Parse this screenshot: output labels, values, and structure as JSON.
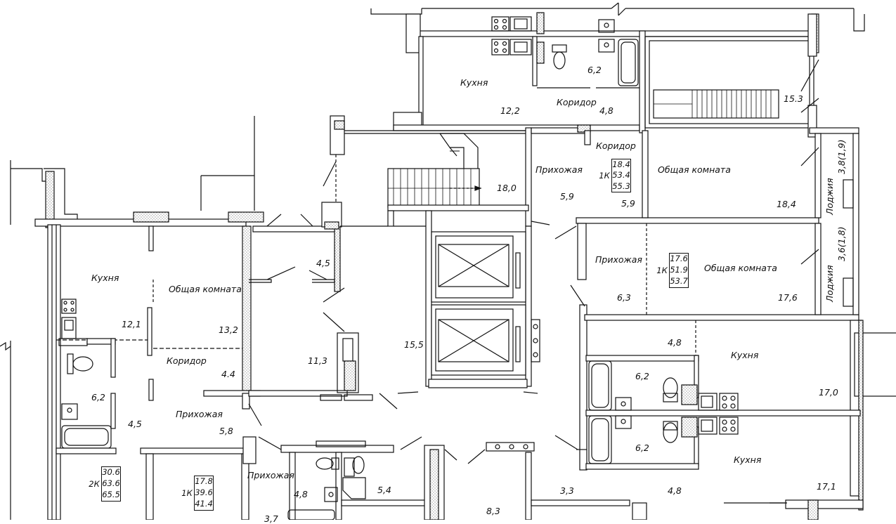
{
  "rooms": {
    "kitchen_top": {
      "name": "Кухня",
      "area": "12,2"
    },
    "bath_top": {
      "area": "6,2"
    },
    "corridor_top": {
      "name": "Коридор",
      "area": "4,8"
    },
    "storage_top": {
      "area": "15.3"
    },
    "corridor_mid": {
      "name": "Коридор"
    },
    "hall_stairs": {
      "area": "18,0"
    },
    "prihozhaya_a": {
      "name": "Прихожая",
      "area": "5,9"
    },
    "area_59b": {
      "area": "5,9"
    },
    "living_a": {
      "name": "Общая комната",
      "area": "18,4"
    },
    "loggia_a": {
      "name": "Лоджия",
      "area": "3,8(1,9)"
    },
    "living_b": {
      "name": "Общая комната",
      "area": "17,6"
    },
    "loggia_b": {
      "name": "Лоджия",
      "area": "3,6(1,8)"
    },
    "prihozhaya_b": {
      "name": "Прихожая",
      "area": "6,3"
    },
    "kitchen_left": {
      "name": "Кухня",
      "area": "12,1"
    },
    "living_left": {
      "name": "Общая комната",
      "area": "13,2"
    },
    "corridor_left": {
      "name": "Коридор",
      "area": "4.4"
    },
    "bath_left": {
      "area": "6,2"
    },
    "hall_left": {
      "area": "4,5"
    },
    "prihozhaya_left": {
      "name": "Прихожая",
      "area": "5,8"
    },
    "vestibule_small": {
      "area": "4,5"
    },
    "room_113": {
      "area": "11,3"
    },
    "elevator_lobby": {
      "area": "15,5"
    },
    "kitchen_right1": {
      "name": "Кухня",
      "area": "17,0"
    },
    "area_48a": {
      "area": "4,8"
    },
    "bath_right1": {
      "area": "6,2"
    },
    "bath_right2": {
      "area": "6,2"
    },
    "kitchen_right2": {
      "name": "Кухня",
      "area": "17,1"
    },
    "area_48b": {
      "area": "4,8"
    },
    "prihozhaya_bottom": {
      "name": "Прихожая",
      "area": "4,8"
    },
    "bath_bottom": {
      "area": "5,4"
    },
    "area_83": {
      "area": "8,3"
    },
    "area_33": {
      "area": "3,3"
    },
    "area_37": {
      "area": "3,7"
    }
  },
  "apartments": [
    {
      "type": "1К",
      "values": [
        "18.4",
        "53.4",
        "55.3"
      ]
    },
    {
      "type": "1К",
      "values": [
        "17.6",
        "51.9",
        "53.7"
      ]
    },
    {
      "type": "2К",
      "values": [
        "30.6",
        "63.6",
        "65.5"
      ]
    },
    {
      "type": "1К",
      "values": [
        "17.8",
        "39.6",
        "41.4"
      ]
    }
  ],
  "colors": {
    "line": "#111111",
    "wall_fill": "#ffffff",
    "hatch": "#9a9a9a"
  }
}
